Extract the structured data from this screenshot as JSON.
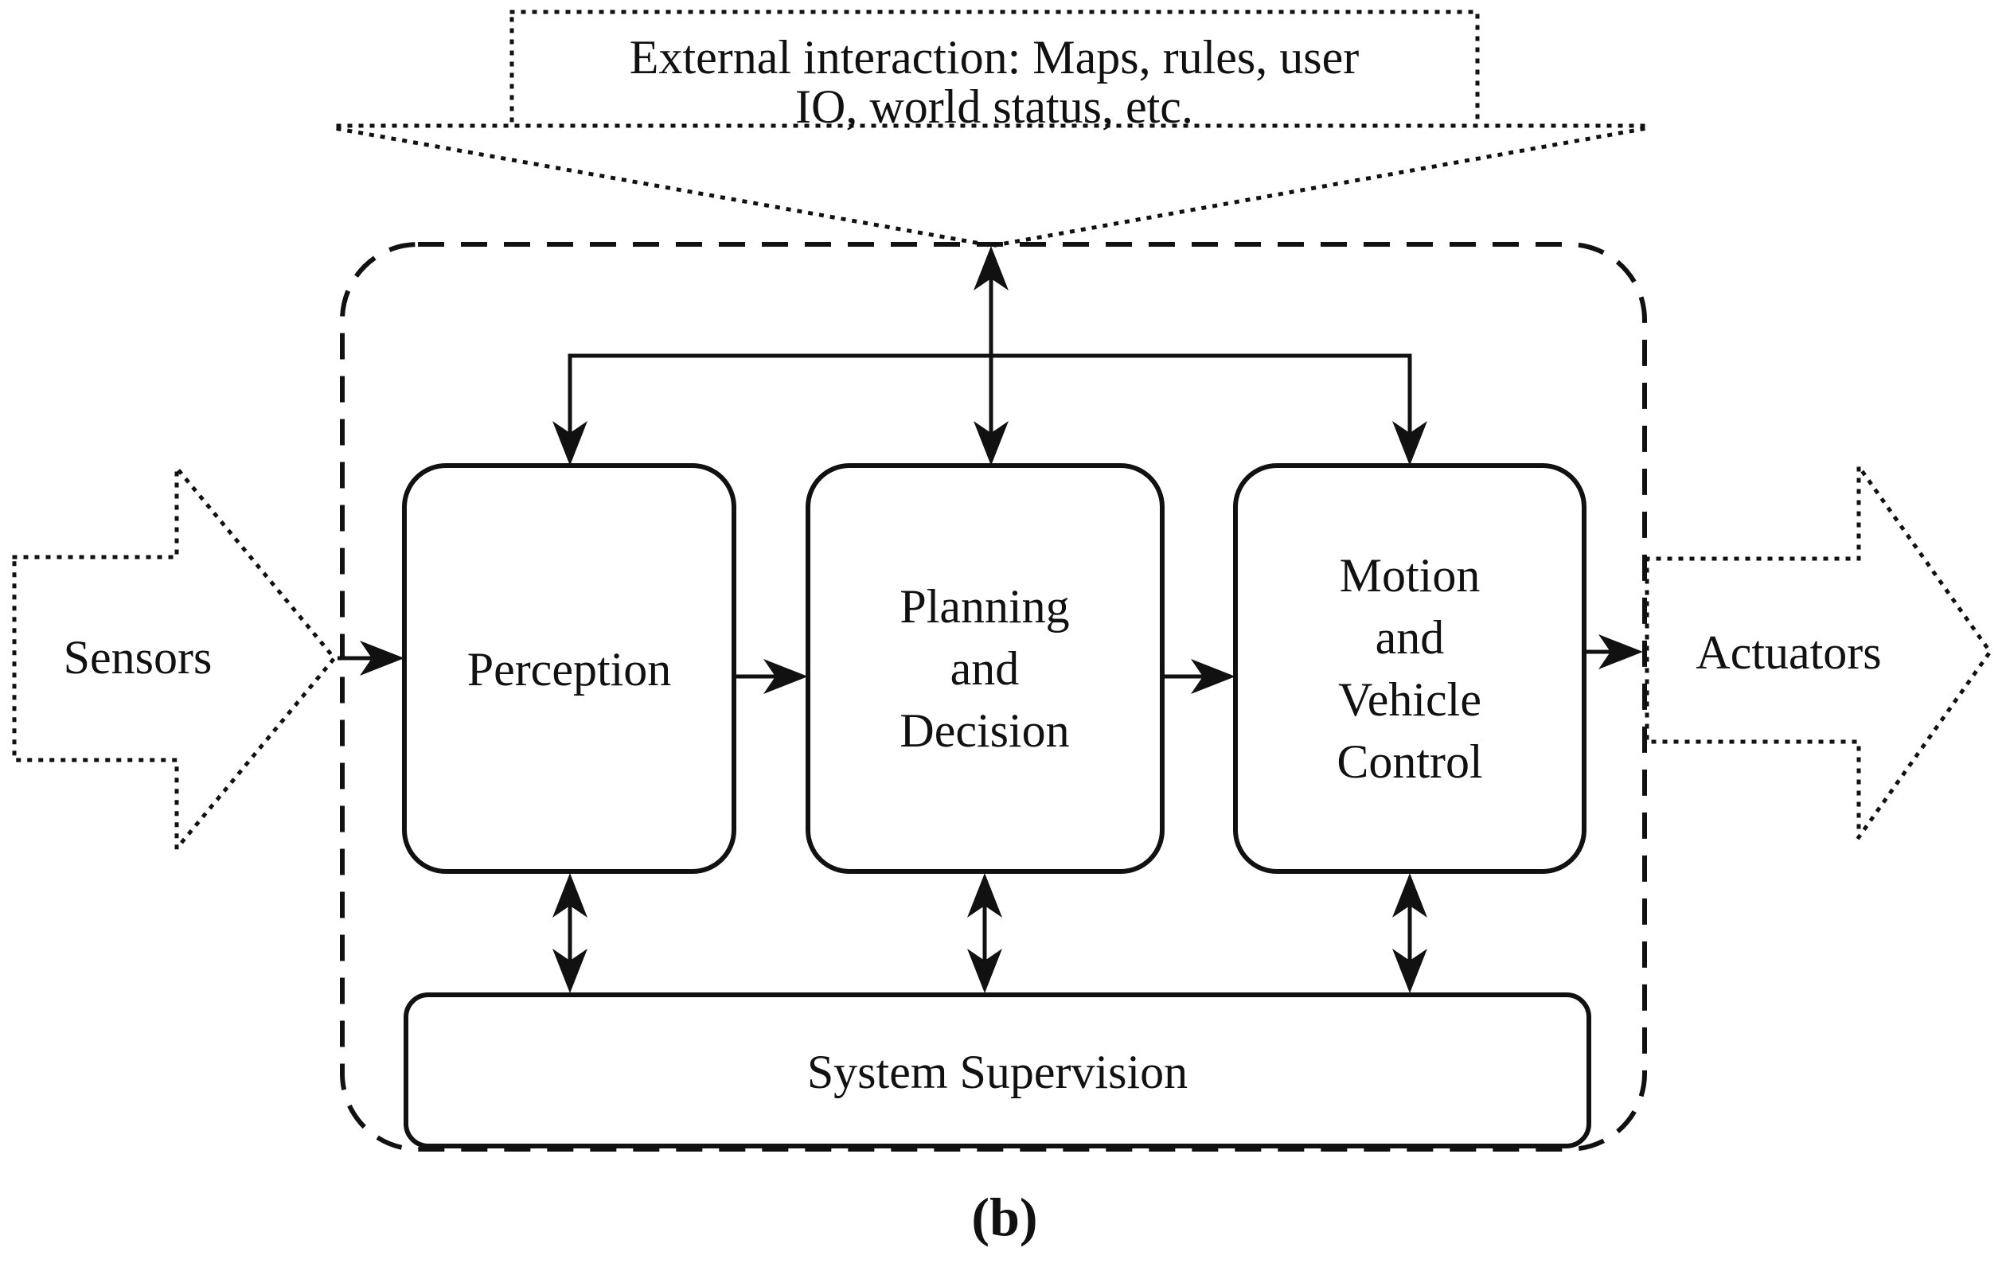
{
  "colors": {
    "ink": "#111111",
    "background": "#ffffff"
  },
  "banner": {
    "lines": [
      "External interaction: Maps, rules, user",
      "IO, world status, etc."
    ]
  },
  "io": {
    "sensors_label": "Sensors",
    "actuators_label": "Actuators"
  },
  "modules": {
    "perception": {
      "label": "Perception"
    },
    "planning": {
      "lines": [
        "Planning",
        "and",
        "Decision"
      ]
    },
    "motion": {
      "lines": [
        "Motion",
        "and",
        "Vehicle",
        "Control"
      ]
    },
    "supervision": {
      "label": "System Supervision"
    }
  },
  "caption": {
    "open": "(",
    "letter": "b",
    "close": ")"
  }
}
